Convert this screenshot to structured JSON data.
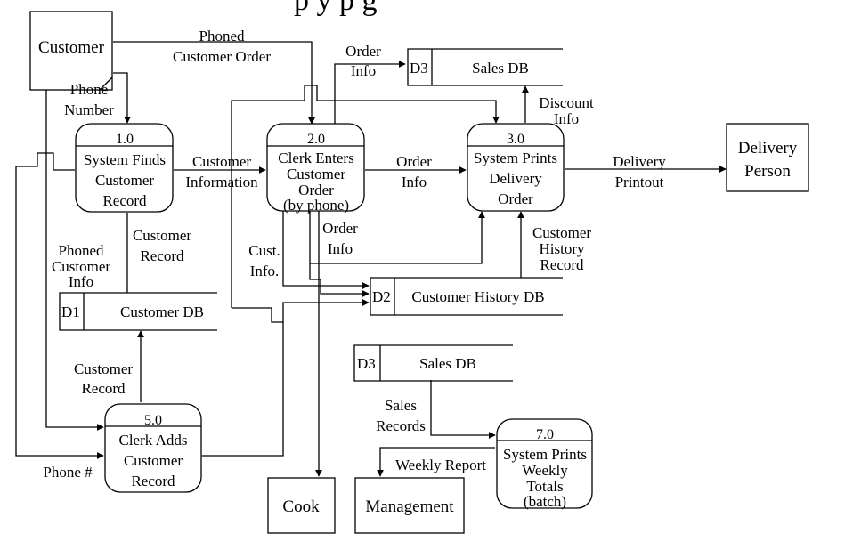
{
  "header_fragment": "p       y        p        g",
  "processes": [
    {
      "id": "p1",
      "num": "1.0",
      "lines": [
        "System Finds",
        "Customer",
        "Record"
      ]
    },
    {
      "id": "p2",
      "num": "2.0",
      "lines": [
        "Clerk Enters",
        "Customer",
        "Order",
        "(by phone)"
      ]
    },
    {
      "id": "p3",
      "num": "3.0",
      "lines": [
        "System Prints",
        "Delivery",
        "Order"
      ]
    },
    {
      "id": "p5",
      "num": "5.0",
      "lines": [
        "Clerk Adds",
        "Customer",
        "Record"
      ]
    },
    {
      "id": "p7",
      "num": "7.0",
      "lines": [
        "System Prints",
        "Weekly",
        "Totals",
        "(batch)"
      ]
    }
  ],
  "entities": [
    {
      "id": "customer",
      "label": [
        "Customer"
      ]
    },
    {
      "id": "delivery",
      "label": [
        "Delivery",
        "Person"
      ]
    },
    {
      "id": "cook",
      "label": [
        "Cook"
      ]
    },
    {
      "id": "management",
      "label": [
        "Management"
      ]
    }
  ],
  "stores": [
    {
      "id": "d3a",
      "code": "D3",
      "name": "Sales DB"
    },
    {
      "id": "d2",
      "code": "D2",
      "name": "Customer History DB"
    },
    {
      "id": "d1",
      "code": "D1",
      "name": "Customer DB"
    },
    {
      "id": "d3b",
      "code": "D3",
      "name": "Sales DB"
    }
  ],
  "flows": [
    {
      "id": "phoned-order",
      "lines": [
        "Phoned",
        "Customer Order"
      ]
    },
    {
      "id": "phone-number",
      "lines": [
        "Phone",
        "Number"
      ]
    },
    {
      "id": "order-info-d3",
      "lines": [
        "Order",
        "Info"
      ]
    },
    {
      "id": "discount-info",
      "lines": [
        "Discount",
        "Info"
      ]
    },
    {
      "id": "customer-information",
      "lines": [
        "Customer",
        "Information"
      ]
    },
    {
      "id": "order-info-p3",
      "lines": [
        "Order",
        "Info"
      ]
    },
    {
      "id": "delivery-printout",
      "lines": [
        "Delivery",
        "Printout"
      ]
    },
    {
      "id": "order-info-cook",
      "lines": [
        "Order",
        "Info"
      ]
    },
    {
      "id": "cust-info",
      "lines": [
        "Cust.",
        "Info."
      ]
    },
    {
      "id": "customer-history-record",
      "lines": [
        "Customer",
        "History",
        "Record"
      ]
    },
    {
      "id": "phoned-customer-info",
      "lines": [
        "Phoned",
        "Customer",
        "Info"
      ]
    },
    {
      "id": "customer-record-up",
      "lines": [
        "Customer",
        "Record"
      ]
    },
    {
      "id": "customer-record-down",
      "lines": [
        "Customer",
        "Record"
      ]
    },
    {
      "id": "phone-hash",
      "lines": [
        "Phone #"
      ]
    },
    {
      "id": "sales-records",
      "lines": [
        "Sales",
        "Records"
      ]
    },
    {
      "id": "weekly-report",
      "lines": [
        "Weekly Report"
      ]
    }
  ]
}
